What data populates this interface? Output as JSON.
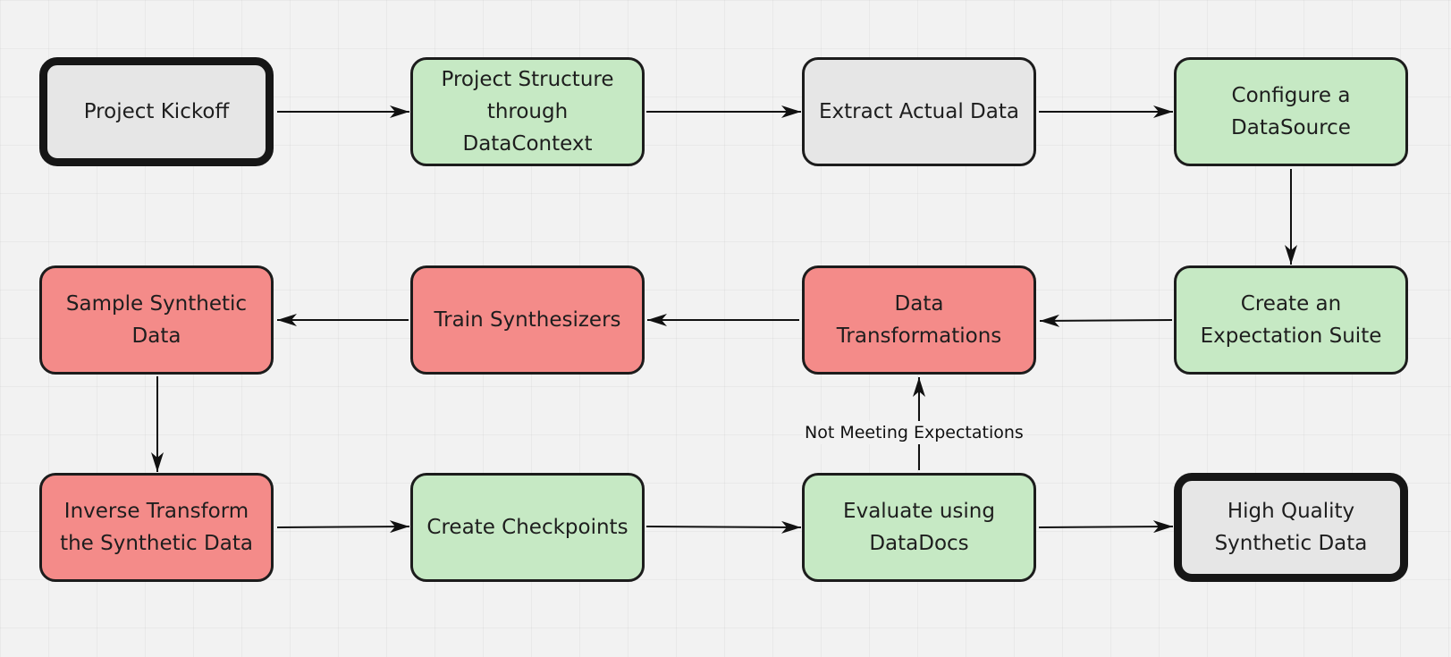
{
  "nodes": {
    "project_kickoff": "Project Kickoff",
    "project_structure": "Project Structure through DataContext",
    "extract_data": "Extract Actual Data",
    "configure_datasource": "Configure a DataSource",
    "create_expectation_suite": "Create an Expectation Suite",
    "data_transformations": "Data Transformations",
    "train_synthesizers": "Train Synthesizers",
    "sample_synthetic": "Sample Synthetic Data",
    "inverse_transform": "Inverse Transform the Synthetic Data",
    "create_checkpoints": "Create Checkpoints",
    "evaluate_datadocs": "Evaluate using DataDocs",
    "high_quality": "High Quality Synthetic Data"
  },
  "edge_labels": {
    "not_meeting": "Not Meeting Expectations"
  },
  "colors": {
    "start_end": "#e6e6e6",
    "green_step": "#c6e9c4",
    "red_step": "#f48b89",
    "background": "#f2f2f2"
  }
}
